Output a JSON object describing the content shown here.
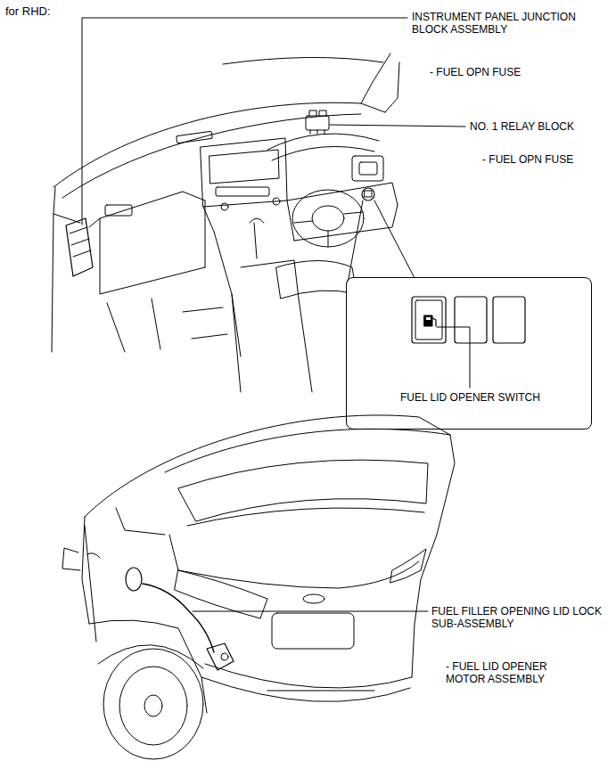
{
  "diagram": {
    "title": "for RHD:",
    "nodes": [
      {
        "text": [
          "FUEL LID OPENER SWITCH"
        ]
      }
    ],
    "edges": [],
    "labels": [
      "INSTRUMENT PANEL JUNCTION BLOCK ASSEMBLY",
      "- FUEL OPN FUSE",
      "NO. 1 RELAY BLOCK",
      "- FUEL OPN FUSE",
      "FUEL FILLER OPENING LID LOCK SUB-ASSEMBLY",
      "- FUEL LID OPENER MOTOR ASSEMBLY"
    ]
  }
}
